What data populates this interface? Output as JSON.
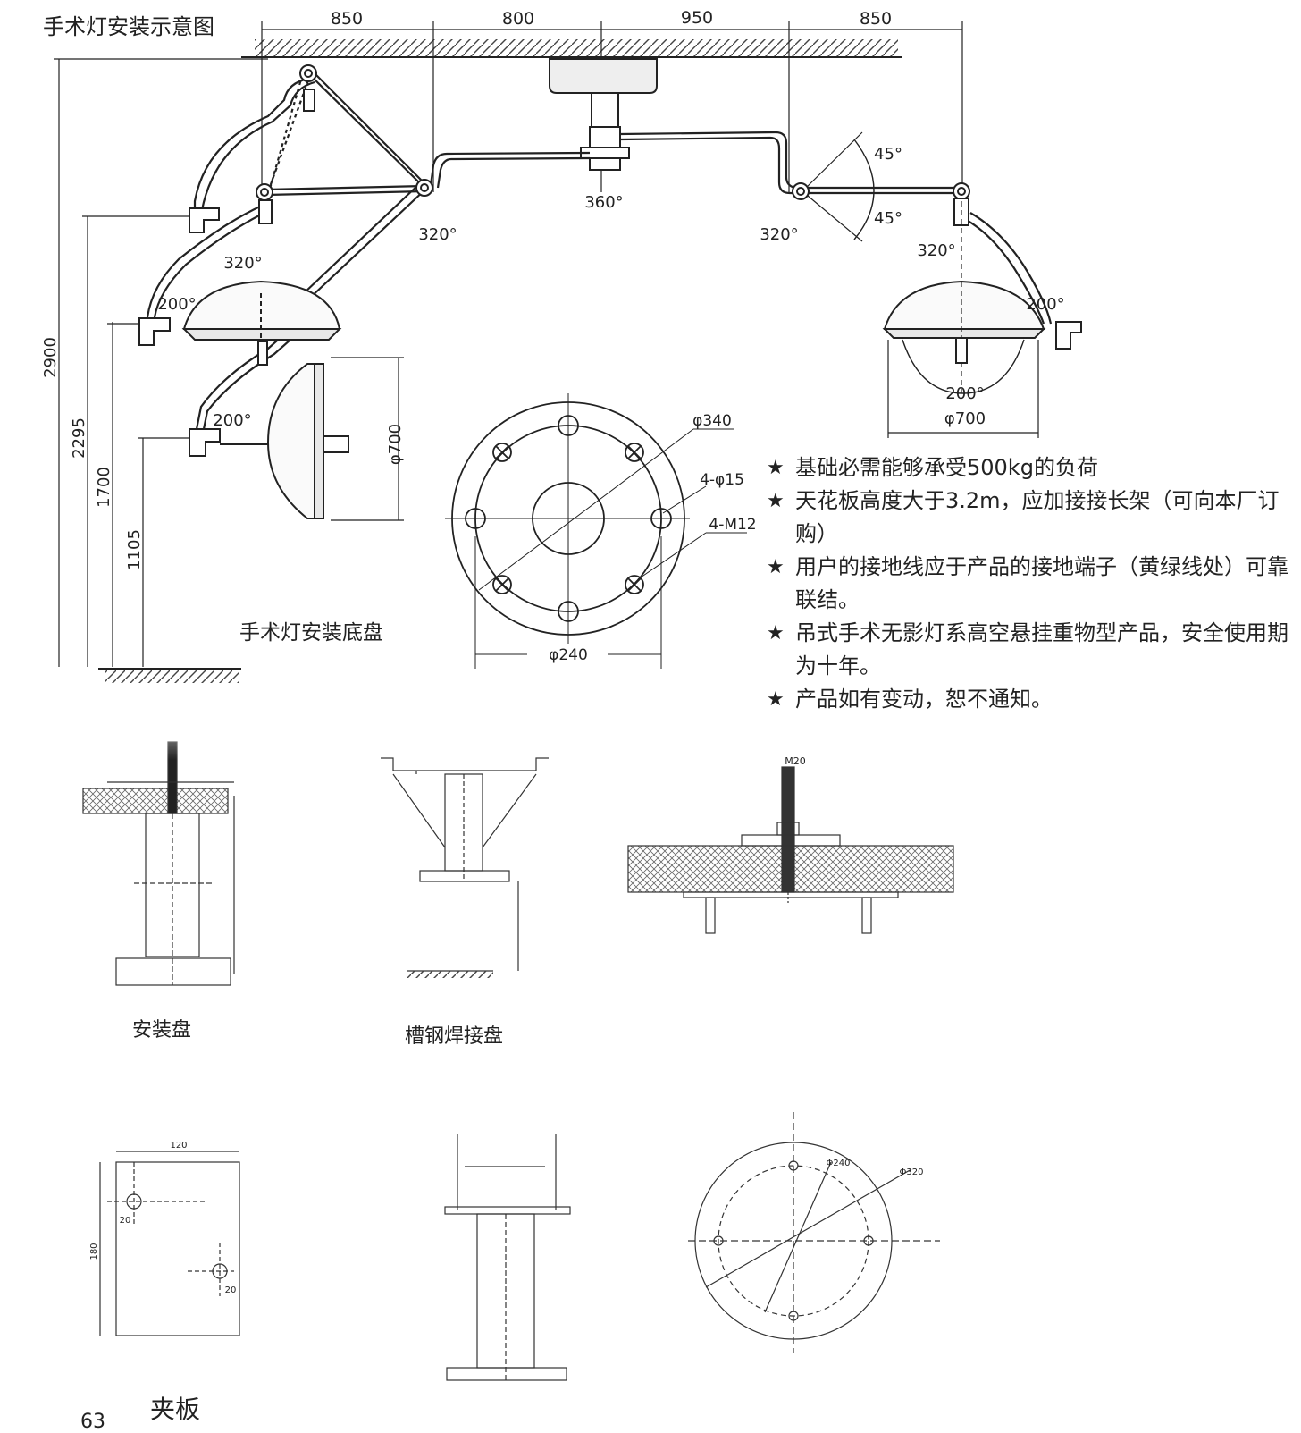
{
  "title": "手术灯安装示意图",
  "top_dimensions": [
    "850",
    "800",
    "950",
    "850"
  ],
  "height_dimensions": [
    "2900",
    "2295",
    "1700",
    "1105"
  ],
  "angles": [
    "360°",
    "320°",
    "320°",
    "320°",
    "320°",
    "45°",
    "45°",
    "200°",
    "200°",
    "200°",
    "200°"
  ],
  "diameters": {
    "lamp_front": "φ700",
    "lamp_side": "φ700"
  },
  "base_plate": {
    "caption": "手术灯安装底盘",
    "outer": "φ340",
    "holes": "4-φ15",
    "bolts": "4-M12",
    "inner": "φ240"
  },
  "notes": [
    "基础必需能够承受500kg的负荷",
    "天花板高度大于3.2m，应加接接长架（可向本厂订购）",
    "用户的接地线应于产品的接地端子（黄绿线处）可靠联结。",
    "吊式手术无影灯系高空悬挂重物型产品，安全使用期为十年。",
    "产品如有变动，恕不通知。"
  ],
  "note_marker": "★",
  "lower": {
    "mount_disc_caption": "安装盘",
    "channel_caption": "槽钢焊接盘",
    "clamp_caption": "夹板",
    "page_number": "63",
    "m20": "M20",
    "clamp_width": "120",
    "clamp_height": "180",
    "clamp_offsets": [
      "20",
      "20"
    ],
    "circle_dims": [
      "Φ240",
      "Φ320"
    ]
  },
  "colors": {
    "ink": "#222222",
    "hatch": "#555555",
    "paper": "#ffffff"
  }
}
